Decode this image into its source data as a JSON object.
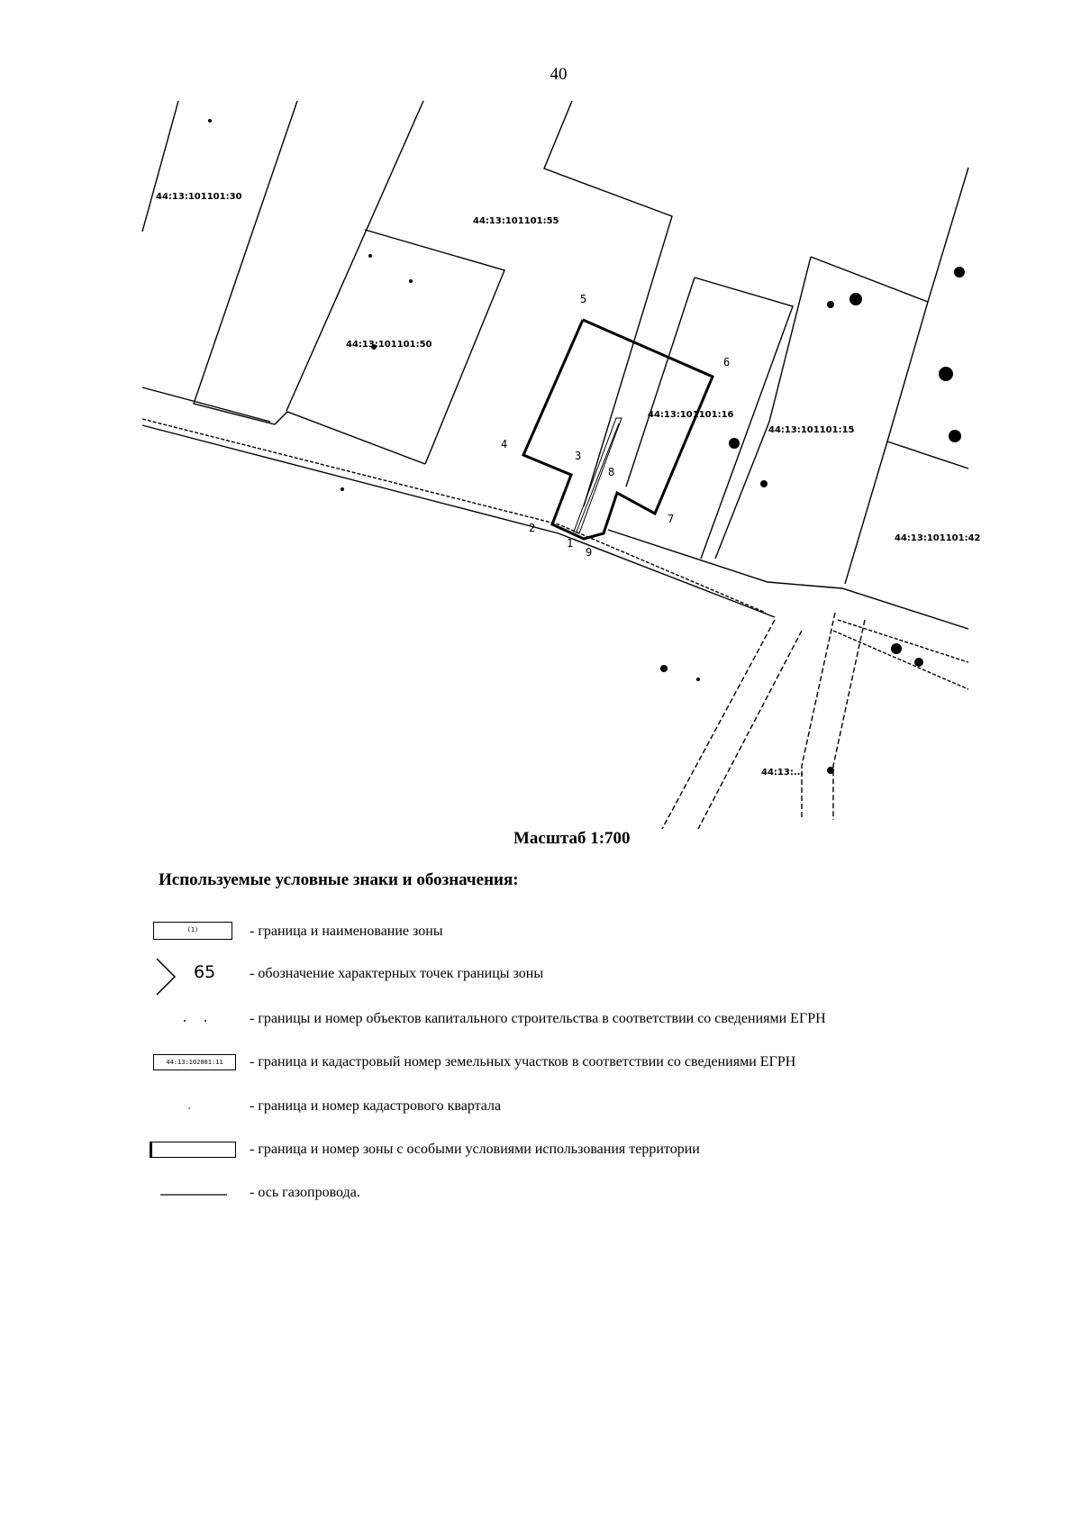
{
  "page_number": "40",
  "map": {
    "parcel_labels": [
      "44:13:101101:30",
      "44:13:101101:55",
      "44:13:101101:50",
      "44:13:101101:16",
      "44:13:101101:15",
      "44:13:101101:42",
      "44:13:..."
    ],
    "point_labels": [
      "1",
      "2",
      "3",
      "4",
      "5",
      "6",
      "7",
      "8",
      "9"
    ],
    "colors": {
      "ink": "#000000",
      "paper": "#ffffff"
    }
  },
  "scale": "Масштаб 1:700",
  "legend": {
    "title": "Используемые условные знаки и обозначения:",
    "items": [
      {
        "symbol": "zone-box",
        "symbol_text": "(1)",
        "text": "- граница и наименование зоны"
      },
      {
        "symbol": "point-mark",
        "symbol_text": "65",
        "text": "- обозначение характерных точек границы зоны"
      },
      {
        "symbol": "dots",
        "symbol_text": "",
        "text": "- границы и номер объектов капитального строительства в соответствии со сведениями ЕГРН"
      },
      {
        "symbol": "parcel-box",
        "symbol_text": "44:13:102001:11",
        "text": "- граница и кадастровый номер земельных участков в соответствии со сведениями ЕГРН"
      },
      {
        "symbol": "dot",
        "symbol_text": "",
        "text": "- граница и номер кадастрового квартала"
      },
      {
        "symbol": "special-box",
        "symbol_text": "",
        "text": "- граница и номер зоны с особыми условиями использования территории"
      },
      {
        "symbol": "line",
        "symbol_text": "",
        "text": "- ось газопровода."
      }
    ]
  }
}
